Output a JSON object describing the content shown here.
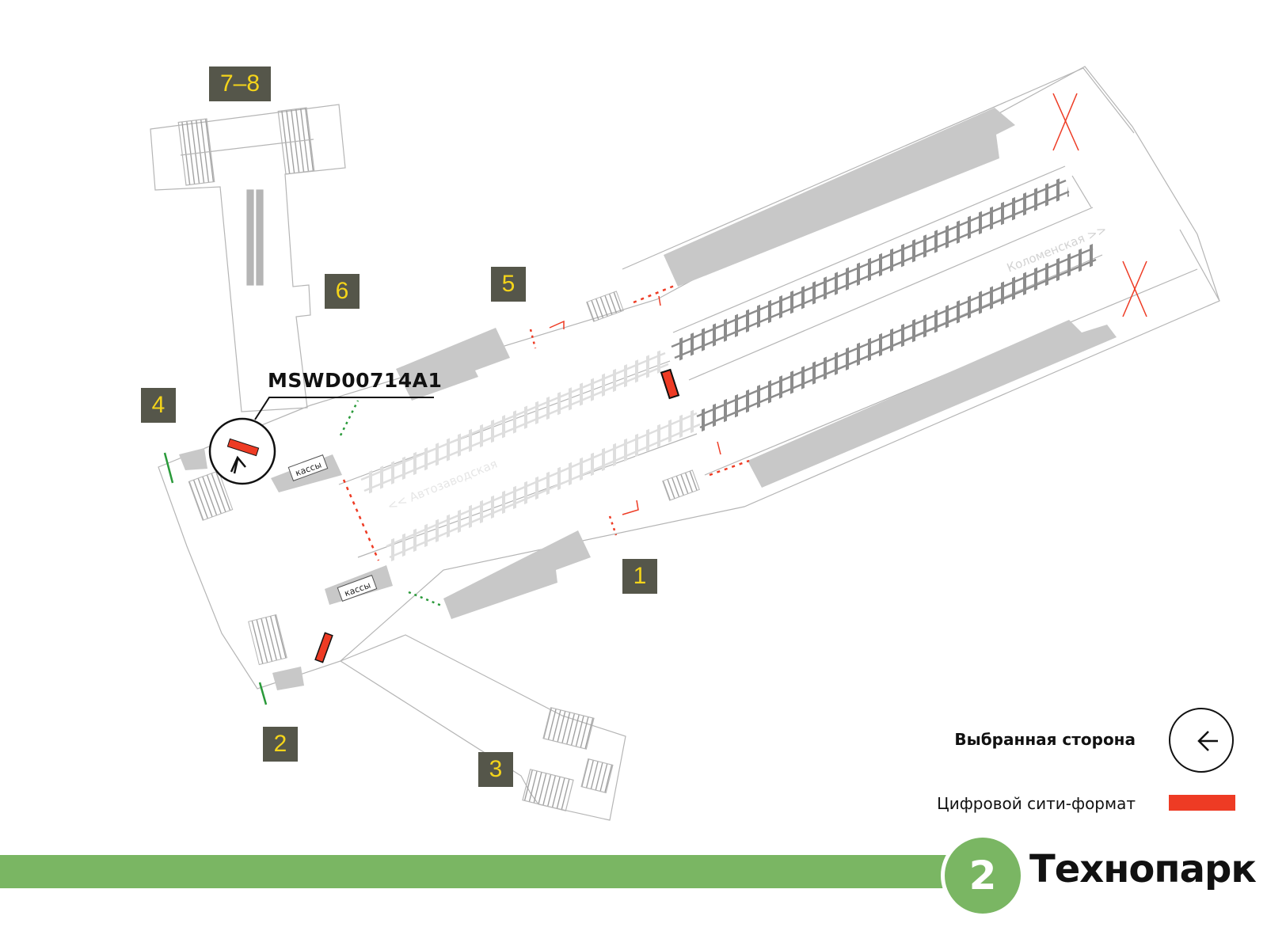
{
  "exits": [
    {
      "id": "exit-7-8",
      "label": "7–8"
    },
    {
      "id": "exit-6",
      "label": "6"
    },
    {
      "id": "exit-5",
      "label": "5"
    },
    {
      "id": "exit-4",
      "label": "4"
    },
    {
      "id": "exit-1",
      "label": "1"
    },
    {
      "id": "exit-2",
      "label": "2"
    },
    {
      "id": "exit-3",
      "label": "3"
    }
  ],
  "location_code": "MSWD00714A1",
  "ticket_office_label": "кассы",
  "platform_labels": {
    "direction_kolomenskaya": "Коломенская >>",
    "direction_avtozavodskaya": "<< Автозаводская"
  },
  "legend": {
    "selected_side": "Выбранная сторона",
    "digital_city_format": "Цифровой сити-формат"
  },
  "station": {
    "line_number": "2",
    "name": "Технопарк"
  },
  "colors": {
    "line_green": "#7ab663",
    "ad_red": "#ee3b24",
    "badge_bg": "#55564a",
    "badge_text": "#f4d41a",
    "structure_gray": "#c8c8c8",
    "track_gray": "#8c8c8c",
    "exit_green": "#2a9a3a"
  }
}
